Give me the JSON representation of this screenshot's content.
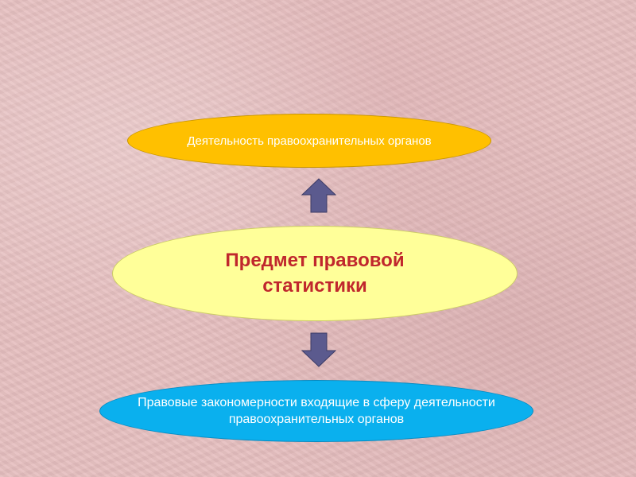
{
  "diagram": {
    "top_box": {
      "text": "Деятельность правоохранительных органов",
      "fill": "#ffc000",
      "text_color": "#ffffff"
    },
    "center_box": {
      "text": "Предмет правовой статистики",
      "fill": "#ffff99",
      "text_color": "#c0272d"
    },
    "bottom_box": {
      "text": "Правовые закономерности входящие в сферу деятельности правоохранительных органов",
      "fill": "#0ab0ee",
      "text_color": "#ffffff"
    },
    "arrows": [
      {
        "direction": "up",
        "from": "center_box",
        "to": "top_box",
        "color": "#5b5a8e"
      },
      {
        "direction": "down",
        "from": "center_box",
        "to": "bottom_box",
        "color": "#5b5a8e"
      }
    ]
  }
}
